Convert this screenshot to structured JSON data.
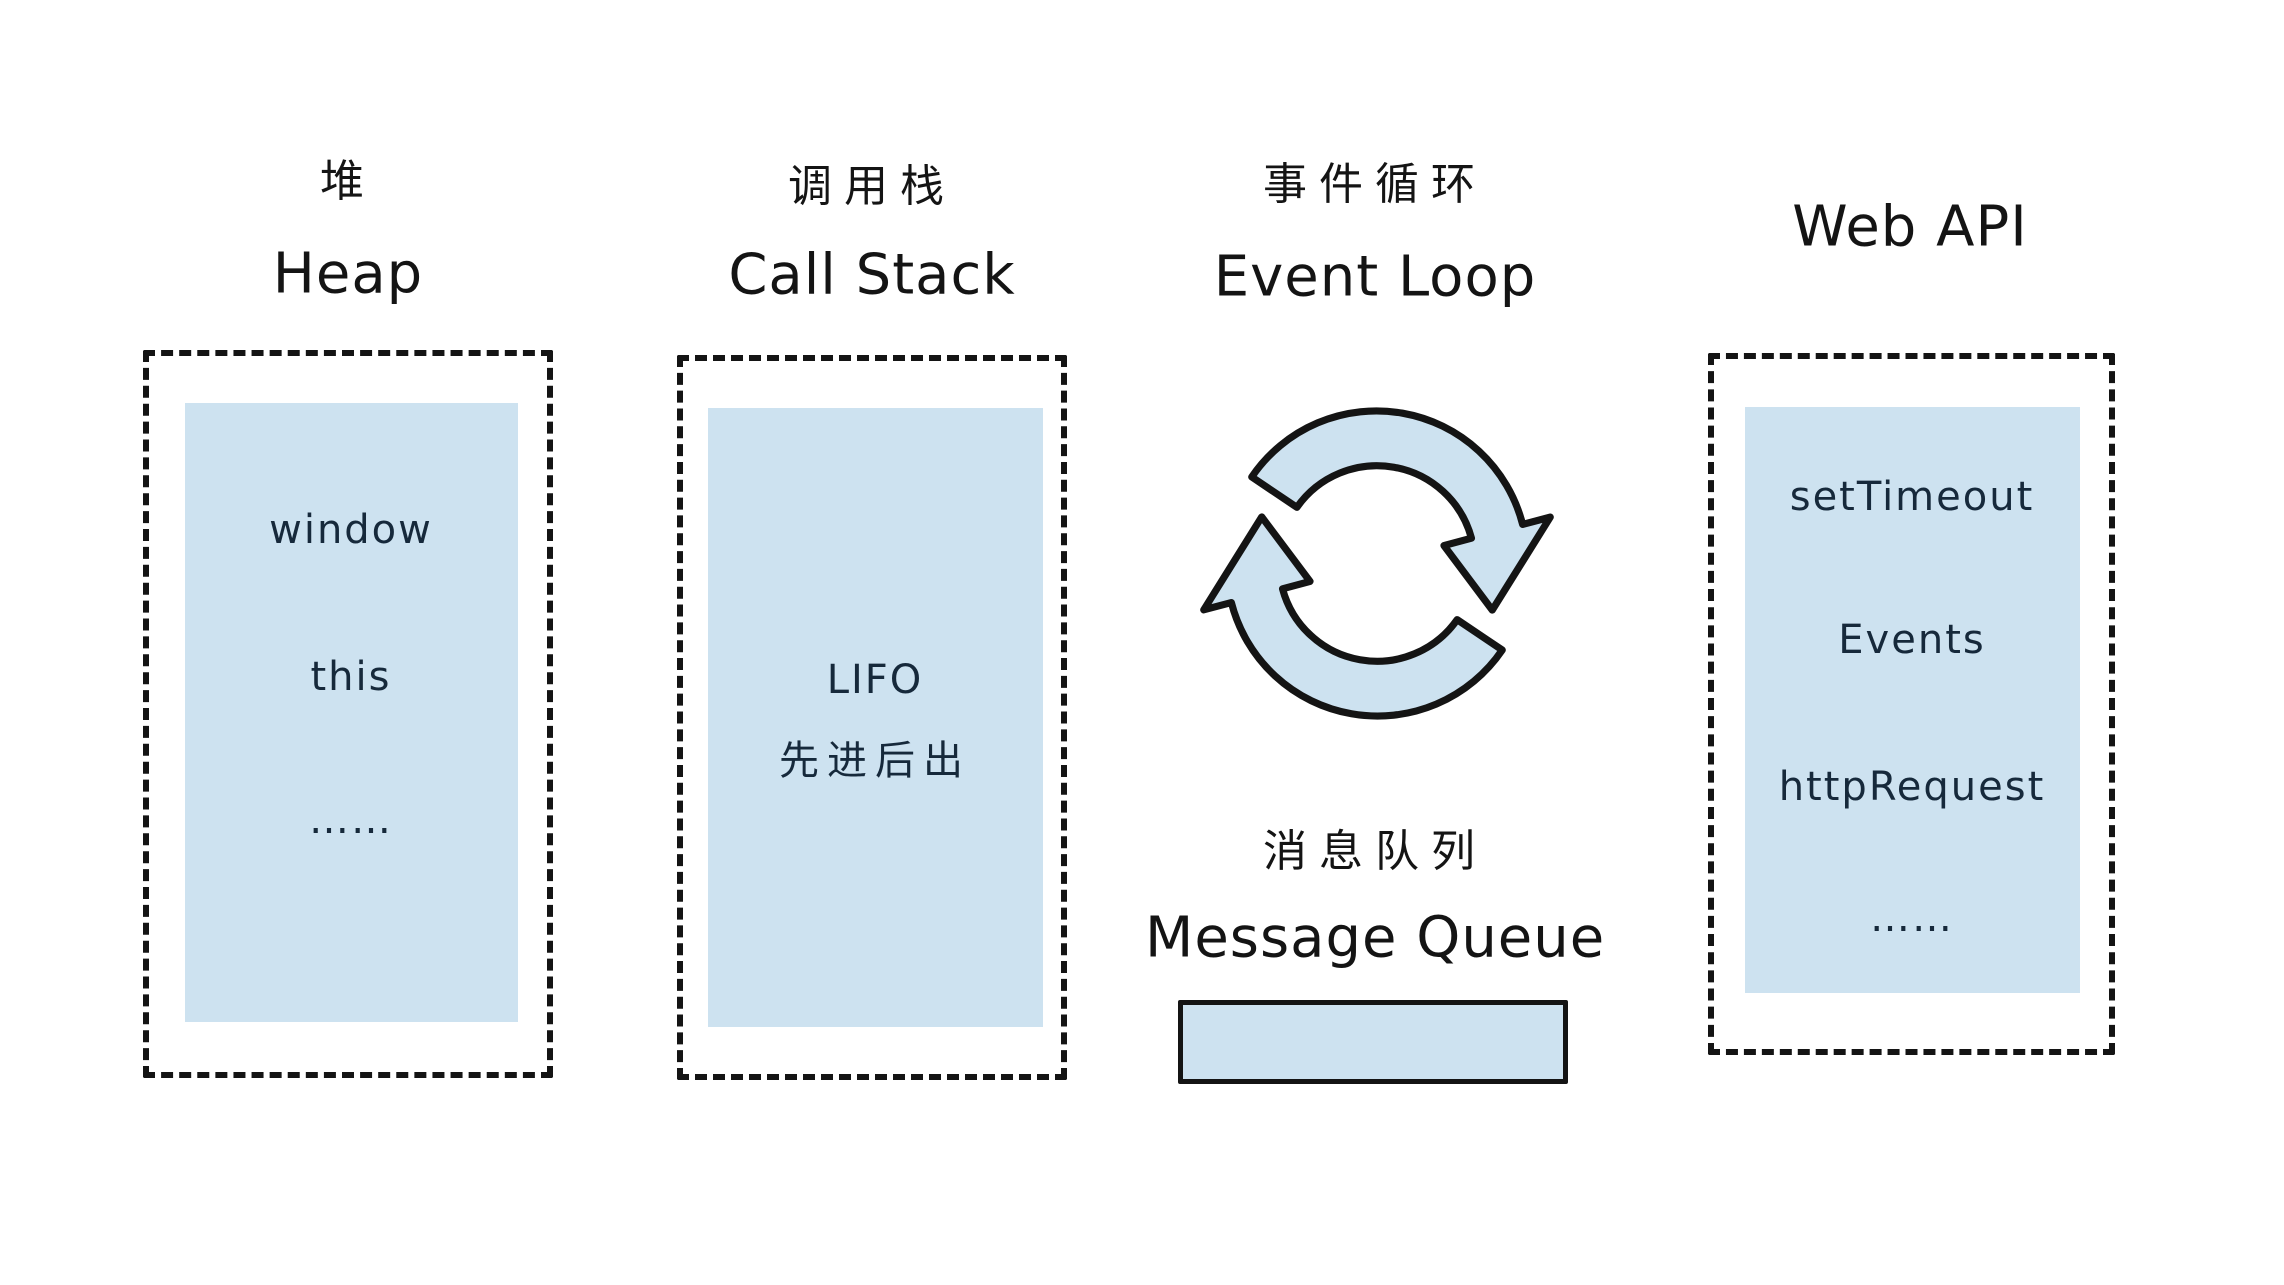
{
  "diagram": {
    "heap": {
      "title_zh": "堆",
      "title_en": "Heap",
      "items": [
        "window",
        "this",
        "……"
      ]
    },
    "call_stack": {
      "title_zh": "调用栈",
      "title_en": "Call Stack",
      "items": [
        "LIFO",
        "先进后出"
      ]
    },
    "event_loop": {
      "title_zh": "事件循环",
      "title_en": "Event Loop",
      "icon": "cycle-arrows-icon"
    },
    "message_queue": {
      "title_zh": "消息队列",
      "title_en": "Message Queue"
    },
    "web_api": {
      "title_en": "Web API",
      "items": [
        "setTimeout",
        "Events",
        "httpRequest",
        "……"
      ]
    },
    "colors": {
      "fill_blue": "#cde2f0",
      "outline_black": "#141414",
      "text_navy": "#16293b"
    }
  }
}
